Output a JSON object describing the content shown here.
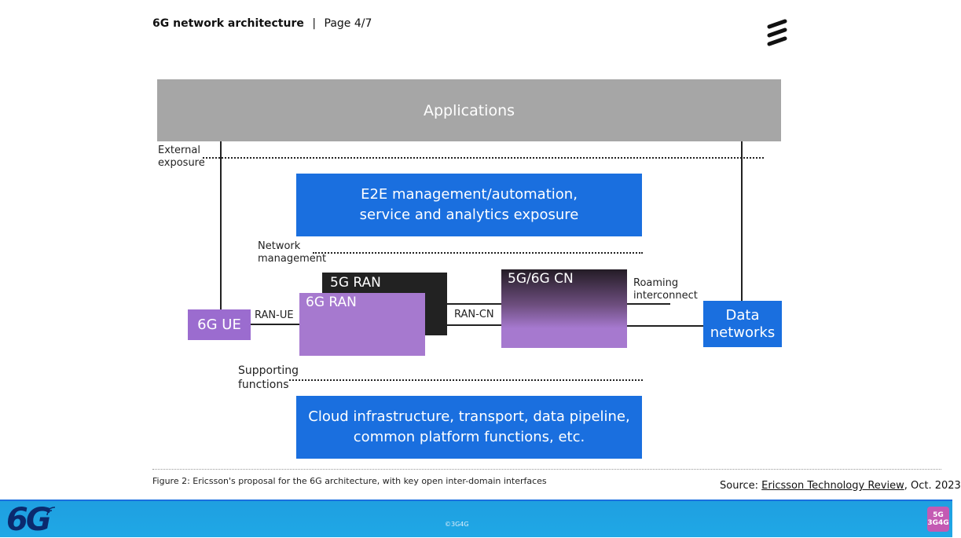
{
  "header": {
    "title": "6G network architecture",
    "separator": "|",
    "page": "Page 4/7"
  },
  "diagram": {
    "applications": "Applications",
    "external_exposure": "External\nexposure",
    "e2e_line1": "E2E management/automation,",
    "e2e_line2": "service and analytics exposure",
    "network_management": "Network\nmanagement",
    "ran5": "5G RAN",
    "ran6": "6G RAN",
    "cn": "5G/6G CN",
    "ue": "6G UE",
    "ran_ue": "RAN-UE",
    "ran_cn": "RAN-CN",
    "roaming": "Roaming\ninterconnect",
    "data_networks_line1": "Data",
    "data_networks_line2": "networks",
    "supporting_functions": "Supporting\nfunctions",
    "cloud_line1": "Cloud infrastructure, transport, data pipeline,",
    "cloud_line2": "common platform functions, etc."
  },
  "caption": "Figure 2: Ericsson's proposal for the 6G architecture, with key open inter-domain interfaces",
  "source": {
    "prefix": "Source: ",
    "link": "Ericsson Technology Review",
    "suffix": ", Oct. 2023"
  },
  "footer": {
    "copyright": "©3G4G",
    "logo_text": "6G",
    "badge_top": "5G",
    "badge_bottom": "3G4G"
  },
  "colors": {
    "blue": "#1a6fdf",
    "purple": "#9b6ccf",
    "gray": "#a6a6a6",
    "footer": "#1fa3e3"
  }
}
